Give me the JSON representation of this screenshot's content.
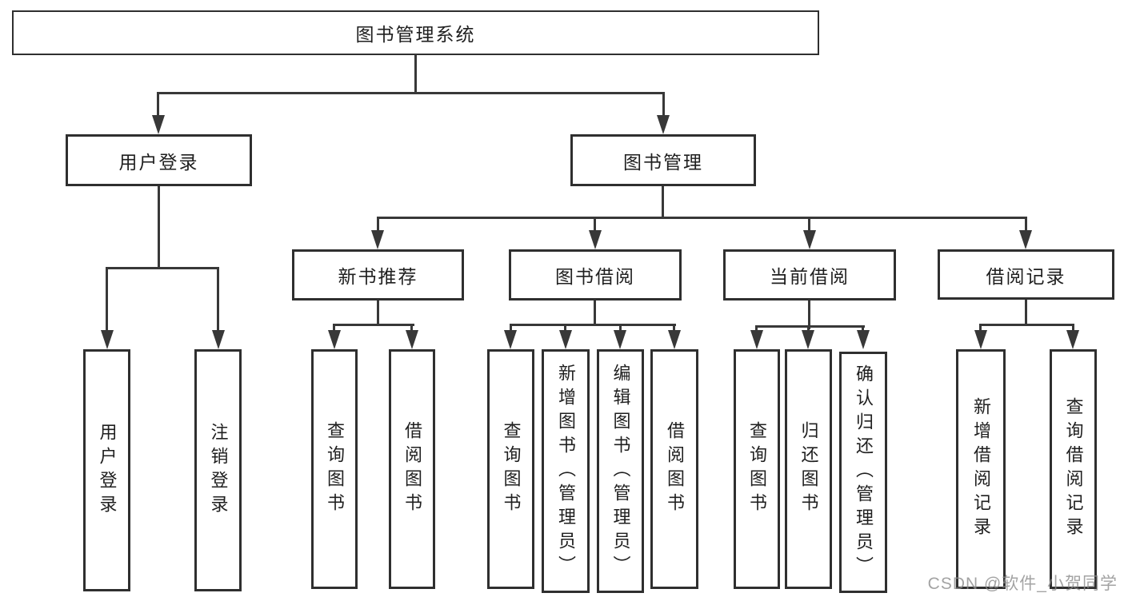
{
  "tree": {
    "root": {
      "label": "图书管理系统",
      "children": [
        {
          "label": "用户登录",
          "children": [
            {
              "label": "用户登录"
            },
            {
              "label": "注销登录"
            }
          ]
        },
        {
          "label": "图书管理",
          "children": [
            {
              "label": "新书推荐",
              "children": [
                {
                  "label": "查询图书"
                },
                {
                  "label": "借阅图书"
                }
              ]
            },
            {
              "label": "图书借阅",
              "children": [
                {
                  "label": "查询图书"
                },
                {
                  "label": "新增图书（管理员）"
                },
                {
                  "label": "编辑图书（管理员）"
                },
                {
                  "label": "借阅图书"
                }
              ]
            },
            {
              "label": "当前借阅",
              "children": [
                {
                  "label": "查询图书"
                },
                {
                  "label": "归还图书"
                },
                {
                  "label": "确认归还（管理员）"
                }
              ]
            },
            {
              "label": "借阅记录",
              "children": [
                {
                  "label": "新增借阅记录"
                },
                {
                  "label": "查询借阅记录"
                }
              ]
            }
          ]
        }
      ]
    }
  },
  "watermark": {
    "text": "CSDN @软件_小贺同学"
  },
  "colors": {
    "line": "#383838",
    "box_border": "#2f2f2f",
    "text": "#1f1f1f",
    "watermark": "#8c8c8c",
    "background": "#ffffff"
  }
}
